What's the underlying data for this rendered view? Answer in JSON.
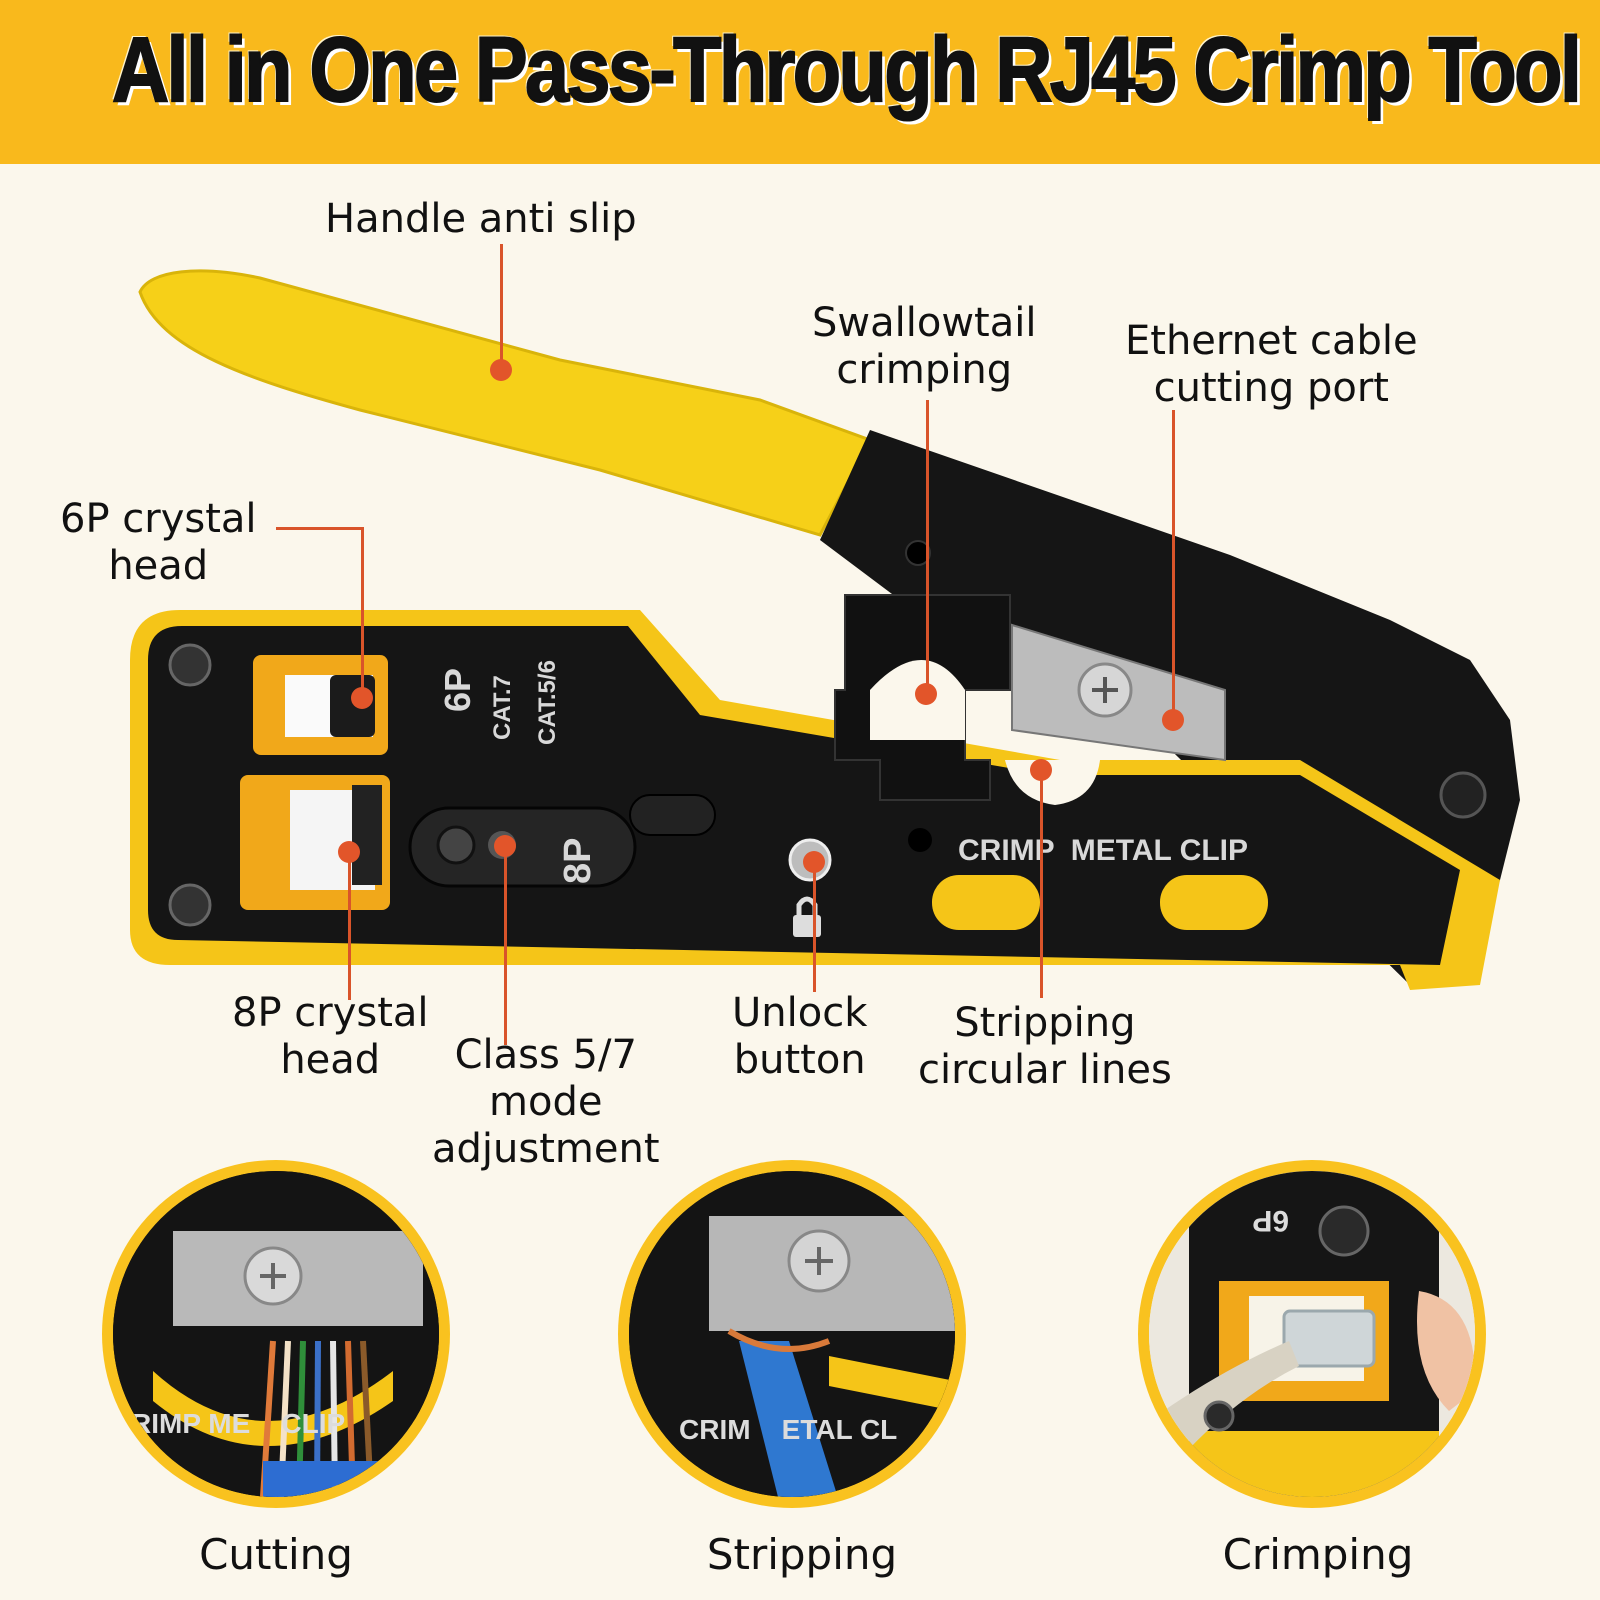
{
  "title": "All in One Pass-Through RJ45 Crimp Tool",
  "callouts": {
    "handle": "Handle anti slip",
    "swallowtail": [
      "Swallowtail",
      "crimping"
    ],
    "ethernet": [
      "Ethernet cable",
      "cutting port"
    ],
    "p6": [
      "6P crystal",
      "head"
    ],
    "p8": [
      "8P crystal",
      "head"
    ],
    "class57": [
      "Class 5/7",
      "mode",
      "adjustment"
    ],
    "unlock": [
      "Unlock",
      "button"
    ],
    "stripping_lines": [
      "Stripping",
      "circular lines"
    ]
  },
  "tool_markings": {
    "p6": "6P",
    "p8": "8P",
    "cat7": "CAT.7",
    "cat56": "CAT.5/6",
    "crimp_metal_clip": "CRIMP  METAL CLIP"
  },
  "detail_views": [
    {
      "caption": "Cutting",
      "marking": "RIMP ME    CLIP"
    },
    {
      "caption": "Stripping",
      "marking": "CRIM    ETAL CL"
    },
    {
      "caption": "Crimping",
      "marking": "6P"
    }
  ],
  "colors": {
    "banner": "#f9b91c",
    "accent_leader": "#e2552a",
    "tool_body": "#151515",
    "tool_yellow": "#f5c518",
    "background": "#fbf7ec"
  }
}
